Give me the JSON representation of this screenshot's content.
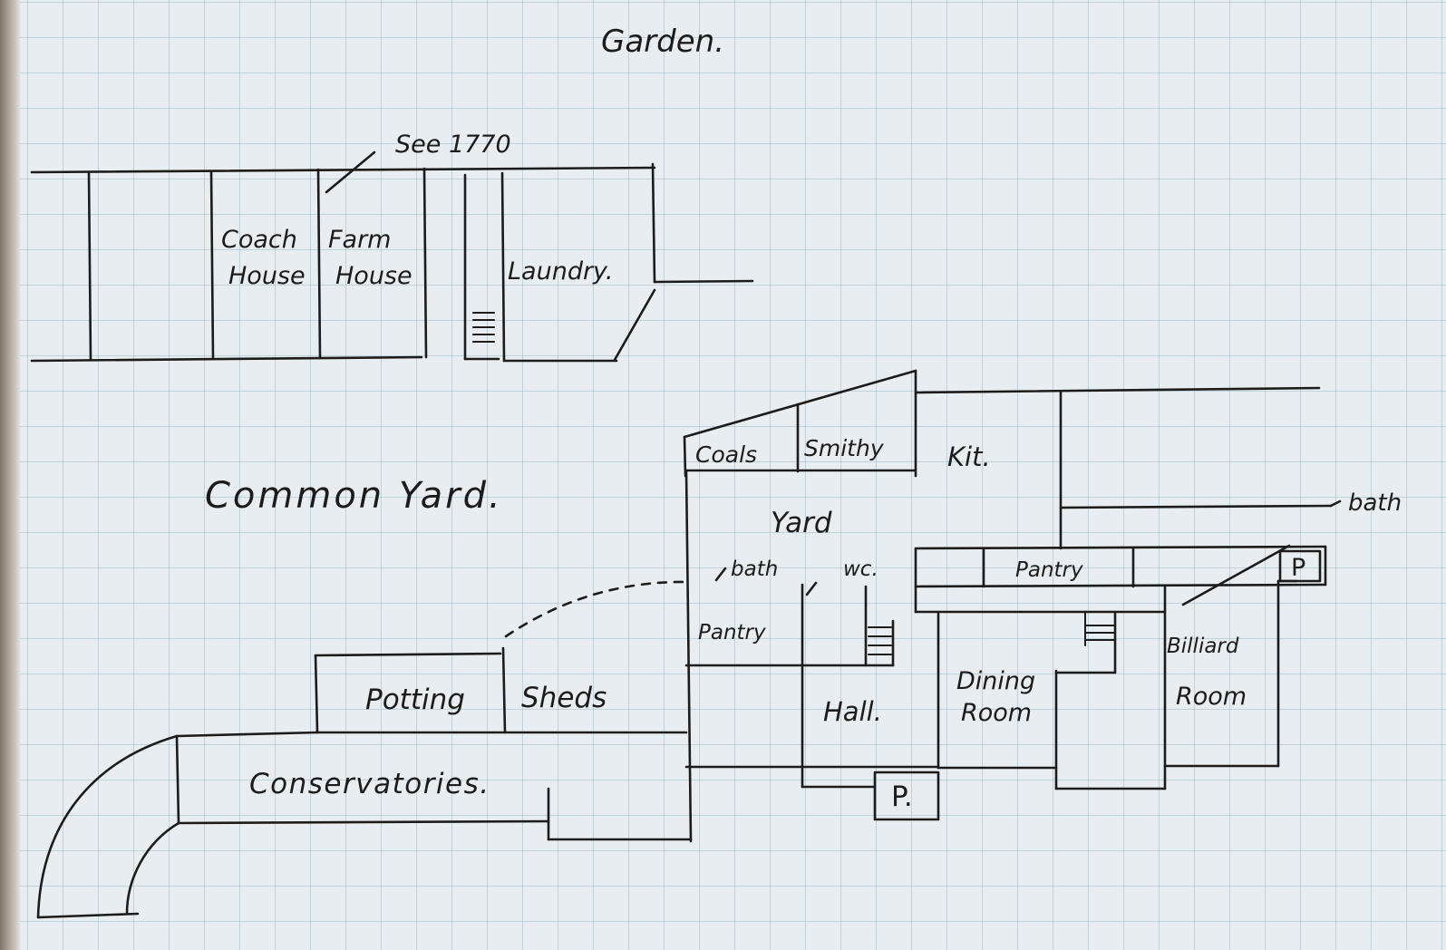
{
  "plan": {
    "labels": {
      "garden": "Garden.",
      "see_1770": "See 1770",
      "coach_house_1": "Coach",
      "coach_house_2": "House",
      "farm_house_1": "Farm",
      "farm_house_2": "House",
      "laundry": "Laundry.",
      "common_yard": "Common Yard.",
      "coals": "Coals",
      "smithy": "Smithy",
      "kit": "Kit.",
      "yard": "Yard",
      "bath_left": "bath",
      "wc": "wc.",
      "pantry_upper": "Pantry",
      "pantry_left": "Pantry",
      "bath_right": "bath",
      "p_right": "P",
      "billiard_1": "Billiard",
      "billiard_2": "Room",
      "dining_1": "Dining",
      "dining_2": "Room",
      "hall": "Hall.",
      "p_bottom": "P.",
      "potting": "Potting",
      "sheds": "Sheds",
      "conservatories": "Conservatories."
    },
    "colors": {
      "ink": "#1c1c1c",
      "paper": "#e7edf0",
      "grid": "#96b2c0"
    }
  }
}
